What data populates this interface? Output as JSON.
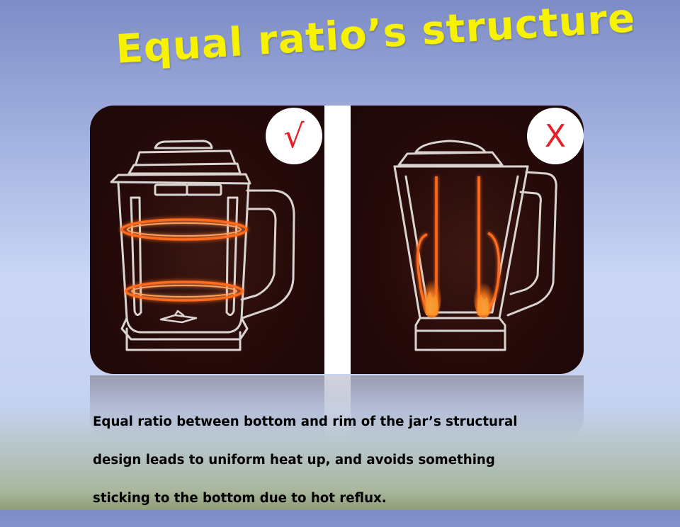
{
  "slide": {
    "title": "Equal ratio’s structure",
    "caption_lines": [
      "Equal ratio between bottom and  rim of the jar’s structural",
      "design leads to uniform heat up, and avoids something",
      "sticking to the bottom due to hot reflux."
    ]
  },
  "panels": {
    "left": {
      "badge_icon": "check-mark-icon",
      "badge_symbol": "√"
    },
    "right": {
      "badge_icon": "cross-mark-icon",
      "badge_symbol": "X"
    }
  },
  "colors": {
    "title": "#f7f200",
    "badge_mark": "#e2242a",
    "panel_bg": "#250a09",
    "heat_glow": "#ff6a1a",
    "jar_outline": "#d9d4d2"
  }
}
